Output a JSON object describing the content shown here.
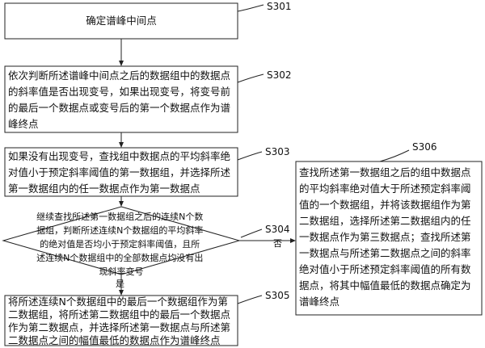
{
  "steps": {
    "s301": {
      "id": "S301",
      "lines": [
        "确定谱峰中间点"
      ]
    },
    "s302": {
      "id": "S302",
      "lines": [
        "依次判断所述谱峰中间点之后的数据组中的数据点",
        "的斜率值是否出现变号，如果出现变号，将变号前",
        "的最后一个数据点或变号后的第一个数据点作为谱",
        "峰终点"
      ]
    },
    "s303": {
      "id": "S303",
      "lines": [
        "如果没有出现变号，查找组中数据点的平均斜率绝",
        "对值小于预定斜率阈值的第一数据组，并选择所述",
        "第一数据组内的任一数据点作为第一数据点"
      ]
    },
    "s304": {
      "id": "S304",
      "lines": [
        "继续查找所述第一数据组之后的连续N个数",
        "据组，判断所述连续N个数据组的平均斜率",
        "的绝对值是否均小于预定斜率阈值，且所",
        "述连续N个数据组中的全部数据点均没有出",
        "现斜率变号"
      ]
    },
    "s305": {
      "id": "S305",
      "lines": [
        "将所述连续N个数据组中的最后一个数据组作为第",
        "二数据组，将所述第二数据组中的最后一个数据点",
        "作为第二数据点，并选择所述第一数据点与所述第",
        "二数据点之间的幅值最低的数据点作为谱峰终点"
      ]
    },
    "s306": {
      "id": "S306",
      "lines": [
        "查找所述第一数据组之后的组中数据点",
        "的平均斜率绝对值大于所述预定斜率阈",
        "值的一个数据组，并将该数据组作为第",
        "二数据组，选择所述第二数据组内的任",
        "一数据点作为第三数据点；查找所述第",
        "一数据点与所述第二数据点之间的斜率",
        "绝对值小于所述预定斜率阈值的所有数",
        "据点，将其中幅值最低的数据点确定为",
        "谱峰终点"
      ]
    }
  },
  "conditions": {
    "no": "否",
    "yes": "是"
  }
}
